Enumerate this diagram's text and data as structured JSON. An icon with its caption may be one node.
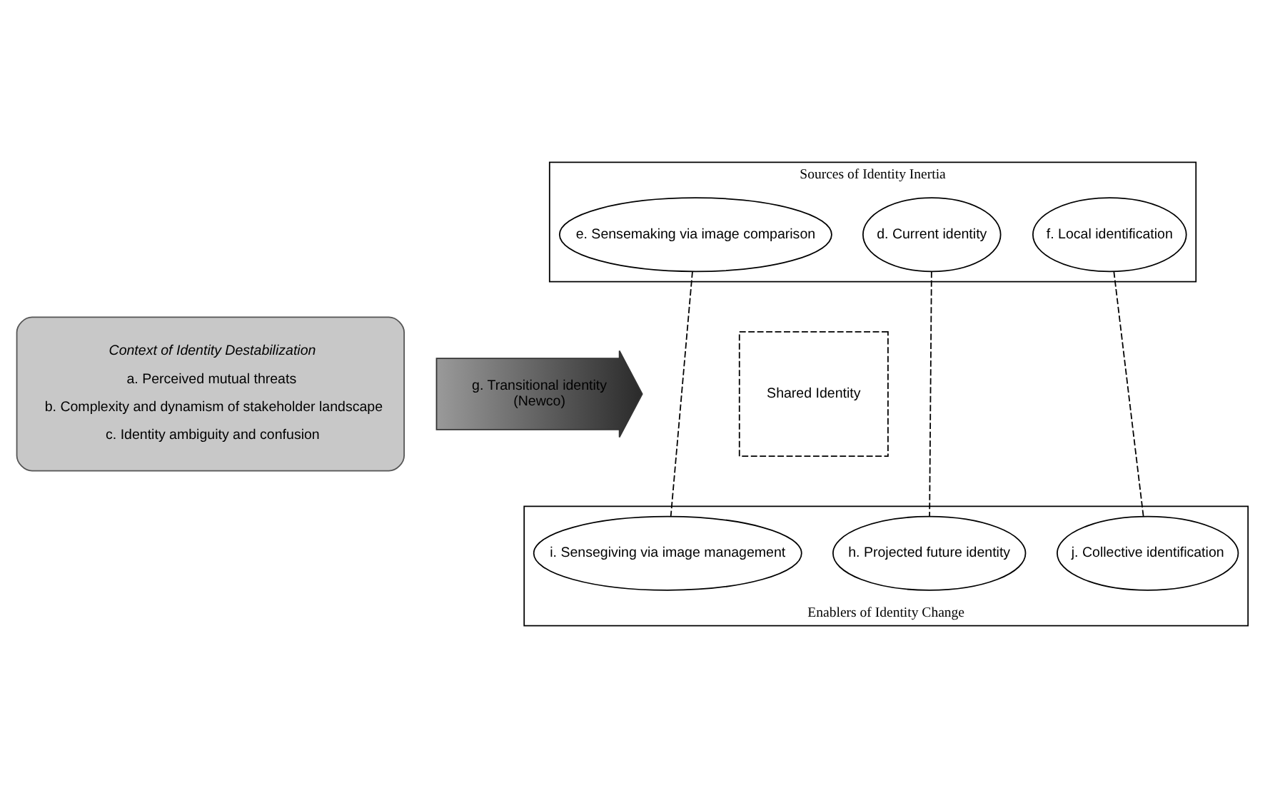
{
  "diagram": {
    "nodes": [
      {
        "text": [
          "Context of Identity Destabilization",
          "a. Perceived mutual threats",
          "b. Complexity and dynamism of stakeholder landscape",
          "c. Identity ambiguity and confusion"
        ]
      },
      {
        "text": [
          "Sources of Identity Inertia"
        ]
      },
      {
        "text": [
          "d. Current identity"
        ],
        "in": 1
      },
      {
        "text": [
          "e. Sensemaking via image comparison"
        ],
        "in": 1
      },
      {
        "text": [
          "f. Local identification"
        ],
        "in": 1
      },
      {
        "text": [
          "g. Transitional identity",
          "(Newco)"
        ]
      },
      {
        "text": [
          "Enablers of Identity Change"
        ]
      },
      {
        "text": [
          "h. Projected future identity"
        ],
        "in": 6
      },
      {
        "text": [
          "i. Sensegiving via image management"
        ],
        "in": 6
      },
      {
        "text": [
          "j. Collective identification"
        ],
        "in": 6
      },
      {
        "text": [
          "Shared Identity"
        ]
      }
    ],
    "edges": [
      {
        "from": 2,
        "to": 7,
        "arrow": "none",
        "style": "dashed"
      },
      {
        "from": 3,
        "to": 8,
        "arrow": "none",
        "style": "dashed"
      },
      {
        "from": 4,
        "to": 9,
        "arrow": "none",
        "style": "dashed"
      }
    ]
  }
}
